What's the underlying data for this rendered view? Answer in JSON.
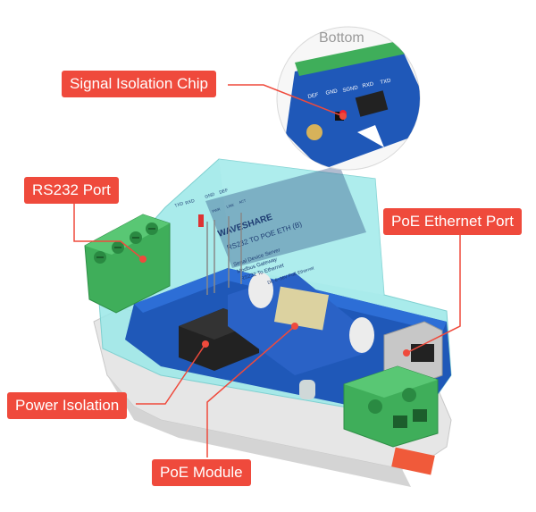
{
  "labels": {
    "bottom": "Bottom",
    "signal_isolation_chip": "Signal Isolation Chip",
    "rs232_port": "RS232 Port",
    "poe_ethernet_port": "PoE Ethernet Port",
    "power_isolation": "Power Isolation",
    "poe_module": "PoE Module"
  },
  "device": {
    "brand": "WAVESHARE",
    "model": "RS232 TO POE ETH (B)",
    "desc1": "Serial Device Server",
    "desc2": "Modbus Gateway",
    "desc3": "RS232 To Ethernet",
    "power": "DC 6~36V  PoE Ethernet",
    "top_pins": [
      "TXD",
      "RXD",
      "GND",
      "DEF"
    ],
    "leds": [
      "PWR",
      "LINK",
      "ACT"
    ],
    "bottom_pins": [
      "DEF",
      "GND",
      "SGND",
      "RXD",
      "TXD"
    ]
  },
  "colors": {
    "callout": "#ef4a3c",
    "pcb": "#1f58b8",
    "terminal": "#3fae5a",
    "cover": "#8fe3e3",
    "case": "#eaeaea"
  }
}
